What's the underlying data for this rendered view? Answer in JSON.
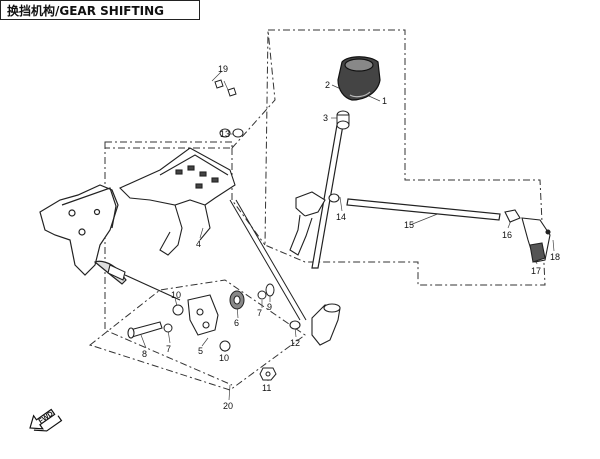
{
  "title": "换挡机构/GEAR SHIFTING",
  "fwd_label": "FWD",
  "callouts": [
    "1",
    "2",
    "3",
    "4",
    "5",
    "6",
    "7",
    "7",
    "8",
    "9",
    "10",
    "10",
    "11",
    "12",
    "13",
    "14",
    "15",
    "16",
    "17",
    "18",
    "19",
    "20"
  ]
}
